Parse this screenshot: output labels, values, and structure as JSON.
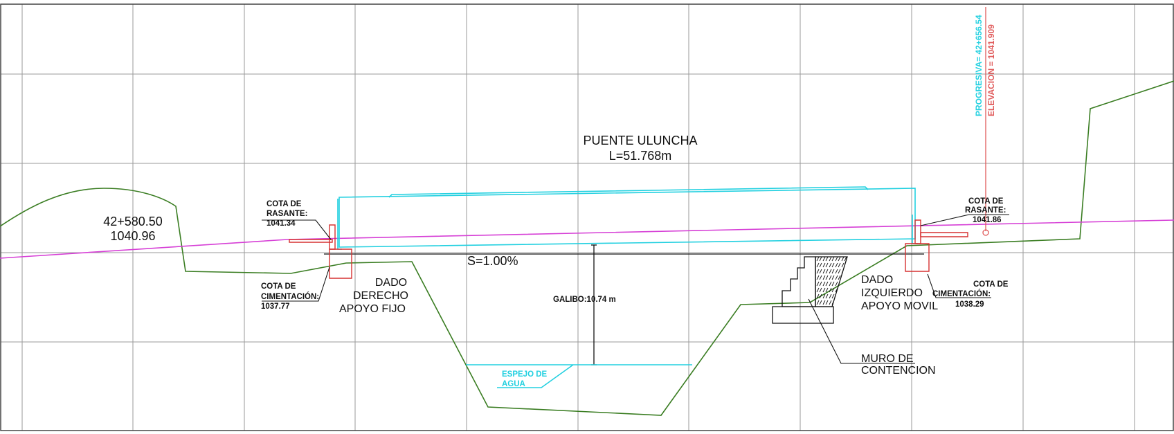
{
  "colors": {
    "grid": "#9a9a9a",
    "terrain": "#3a7d22",
    "grade_line": "#d63fd6",
    "bridge": "#22d0e0",
    "foundation": "#d63030",
    "annotation": "#111111",
    "progressive_cyan": "#22d0e0",
    "elevation_red": "#e05a5a"
  },
  "bridge": {
    "name": "PUENTE ULUNCHA",
    "length": "L=51.768m",
    "slope": "S=1.00%",
    "clearance": "GALIBO:10.74 m"
  },
  "station_left": {
    "station": "42+580.50",
    "elevation": "1040.96"
  },
  "station_right": {
    "progressive": "PROGRESIVA=  42+656.54",
    "elevation": "ELEVACION  =  1041.909"
  },
  "left_abutment": {
    "grade_label_1": "COTA DE",
    "grade_label_2": "RASANTE:",
    "grade_value": "1041.34",
    "foundation_label_1": "COTA DE",
    "foundation_label_2": "CIMENTACIÓN:",
    "foundation_value": "1037.77",
    "name_1": "DADO",
    "name_2": "DERECHO",
    "name_3": "APOYO FIJO"
  },
  "right_abutment": {
    "grade_label_1": "COTA DE",
    "grade_label_2": "RASANTE:",
    "grade_value": "1041.86",
    "foundation_label_1": "COTA DE",
    "foundation_label_2": "CIMENTACIÓN:",
    "foundation_value": "1038.29",
    "name_1": "DADO",
    "name_2": "IZQUIERDO",
    "name_3": "APOYO MOVIL"
  },
  "water": {
    "label_1": "ESPEJO DE",
    "label_2": "AGUA"
  },
  "retaining_wall": {
    "label_1": "MURO DE",
    "label_2": "CONTENCION"
  }
}
